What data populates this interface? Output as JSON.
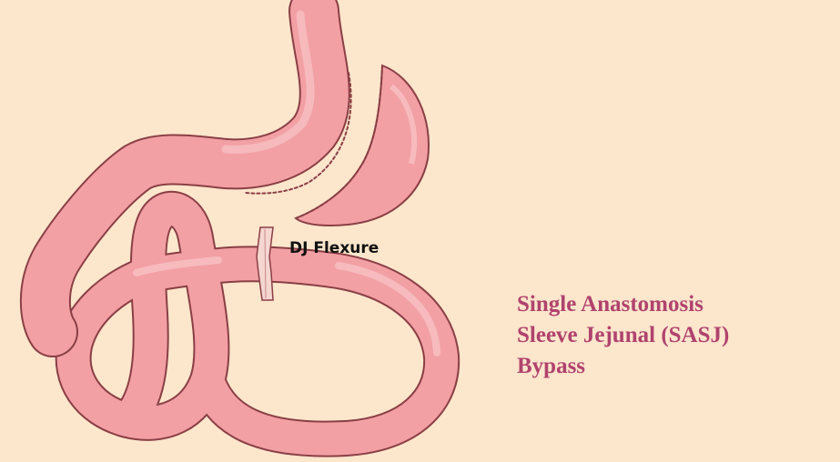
{
  "diagram": {
    "label_dj_flexure": "DJ Flexure",
    "caption_lines": [
      "Single Anastomosis",
      "Sleeve Jejunal (SASJ)",
      "Bypass"
    ]
  },
  "colors": {
    "background": "#fce6cc",
    "tissue_outline": "#8a3f45",
    "tissue_fill": "#f2a0a4",
    "tissue_highlight": "#f7c2c4",
    "caption_text": "#b0436e"
  }
}
